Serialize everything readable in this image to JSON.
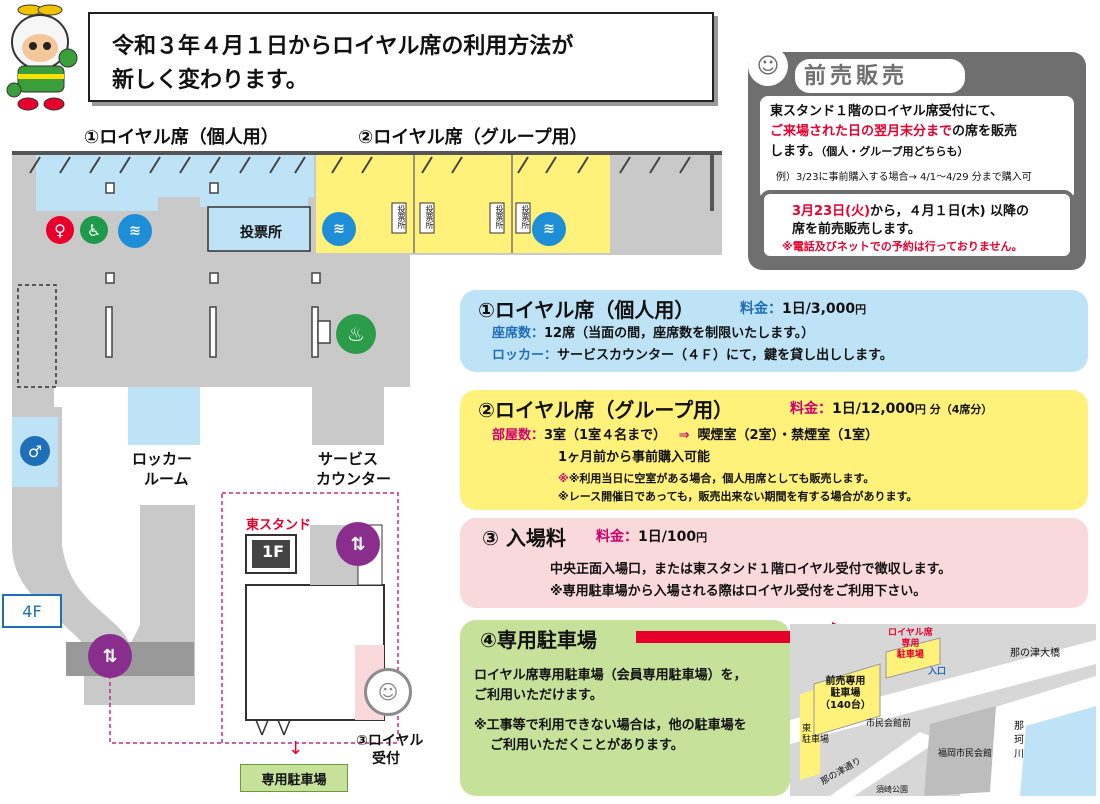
{
  "banner": {
    "line1": "令和３年４月１日からロイヤル席の利用方法が",
    "line2": "新しく変わります。"
  },
  "map": {
    "section1_title": "①ロイヤル席（個人用）",
    "section2_title": "②ロイヤル席（グループ用）",
    "voting_main": "投票所",
    "voting_small": "投票所",
    "locker_room": [
      "ロッカー",
      "ルーム"
    ],
    "service_counter": [
      "サービス",
      "カウンター"
    ],
    "floor_label": "4F",
    "east_stand": "東スタンド",
    "east_stand_floor": "1F",
    "royal_reception": [
      "③ロイヤル",
      "受付"
    ],
    "parking_label": "専用駐車場",
    "down_arrow": "↓"
  },
  "presale": {
    "title": "前売販売",
    "line1": "東スタンド１階のロイヤル席受付にて、",
    "line2_red": "ご来場された日の翌月末分まで",
    "line2_rest": "の席を販売",
    "line3": "します。",
    "line3_small": "（個人・グループ用どちらも）",
    "example": "例）3/23に事前購入する場合→ 4/1〜4/29 分まで購入可",
    "date_red": "3月23日(火)",
    "date_rest": "から，４月１日(木) 以降の",
    "date_line2": "席を前売販売します。",
    "note": "※電話及びネットでの予約は行っておりません。"
  },
  "info1": {
    "title": "①ロイヤル席（個人用）",
    "price_label": "料金：",
    "price": "1日/3,000",
    "price_unit": "円",
    "seats_label": "座席数：",
    "seats": "12席（当面の間，座席数を制限いたします。）",
    "locker_label": "ロッカー：",
    "locker": "サービスカウンター（４Ｆ）にて，鍵を貸し出しします。"
  },
  "info2": {
    "title": "②ロイヤル席（グループ用）",
    "price_label": "料金：",
    "price": "1日/12,000",
    "price_unit": "円 分（4席分）",
    "rooms_label": "部屋数：",
    "rooms": "3室（1室４名まで）",
    "arrow": "⇒",
    "rooms_detail": "喫煙室（2室）・禁煙室（1室）",
    "advance": "1ヶ月前から事前購入可能",
    "note1": "※利用当日に空室がある場合，個人用席としても販売します。",
    "note2": "※レース開催日であっても，販売出来ない期間を有する場合があります。"
  },
  "info3": {
    "title": "③ 入場料",
    "price_label": "料金：",
    "price": "1日/100",
    "price_unit": "円",
    "line1": "中央正面入場口，または東スタンド１階ロイヤル受付で徴収します。",
    "line2": "※専用駐車場から入場される際はロイヤル受付をご利用下さい。"
  },
  "info4": {
    "title": "④専用駐車場",
    "line1": "ロイヤル席専用駐車場（会員専用駐車場）を，",
    "line2": "ご利用いただけます。",
    "note1": "※工事等で利用できない場合は，他の駐車場を",
    "note2": "ご利用いただくことがあります。"
  },
  "minimap": {
    "royal_parking": [
      "ロイヤル席",
      "専用",
      "駐車場"
    ],
    "entrance": "入口",
    "road_top": "那の津大橋",
    "presale_parking": [
      "前売専用",
      "駐車場",
      "（140台）"
    ],
    "east_parking": [
      "東",
      "駐車場"
    ],
    "hall_front": "市民会館前",
    "hall": "福岡市民会館",
    "road_left": "那の津通り",
    "river": [
      "那",
      "珂",
      "川"
    ],
    "park": "須崎公園"
  },
  "colors": {
    "lightblue": "#bfe3f6",
    "yellow": "#fff17a",
    "pink": "#f9d9db",
    "green": "#c6e19a",
    "gray": "#6f6f70",
    "purple": "#8a2e8e",
    "red": "#e8002d"
  }
}
